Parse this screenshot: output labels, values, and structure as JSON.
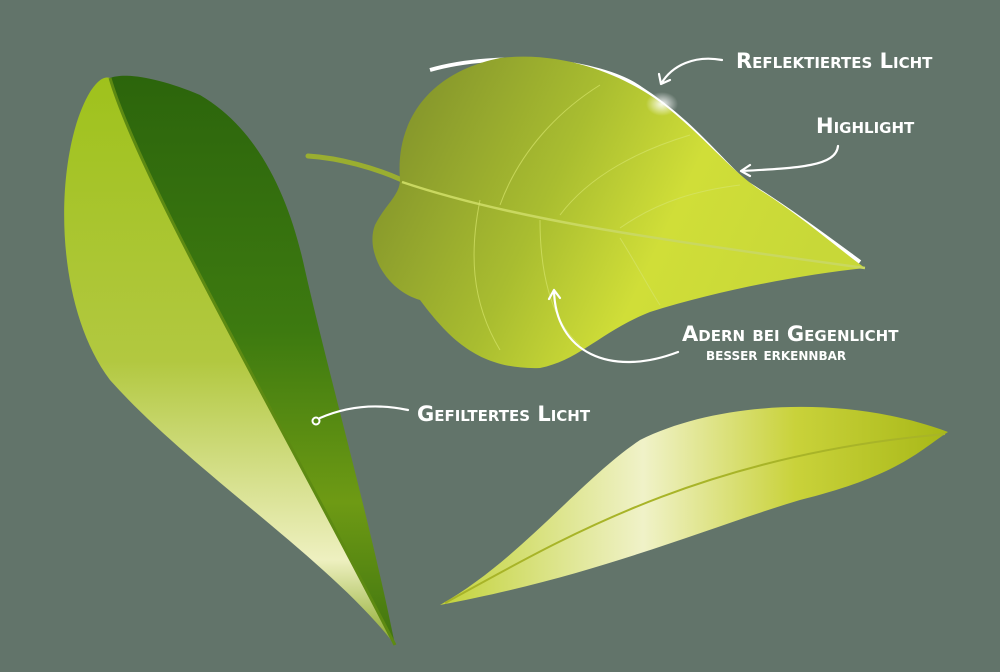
{
  "labels": {
    "reflected_light": "Reflektiertes Licht",
    "highlight": "Highlight",
    "veins_line1": "Adern bei Gegenlicht",
    "veins_line2": "besser erkennbar",
    "filtered_light": "Gefiltertes Licht"
  },
  "colors": {
    "background": "#62746a",
    "leaf_dark": "#2f6a0e",
    "leaf_mid": "#8fb21a",
    "leaf_light": "#d4e23a",
    "leaf_glow": "#f2f4c8",
    "annotation": "#ffffff"
  }
}
